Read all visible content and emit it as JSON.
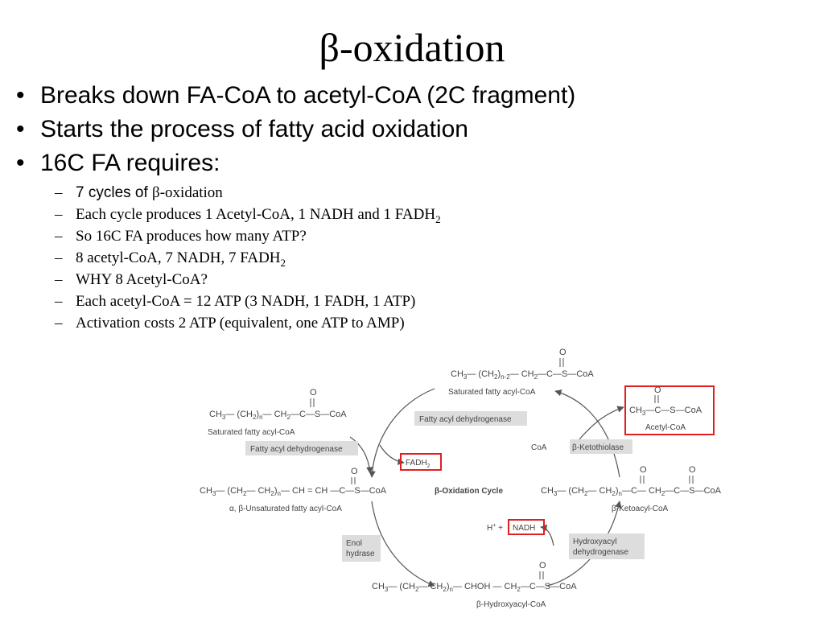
{
  "slide": {
    "title": "β-oxidation",
    "bullets": [
      {
        "text": "Breaks down FA-CoA to acetyl-CoA (2C fragment)"
      },
      {
        "text": "Starts the process of fatty acid oxidation"
      },
      {
        "text": "16C FA requires:"
      }
    ],
    "sub_bullets": [
      {
        "prefix": "7 cycles of ",
        "text": "β-oxidation"
      },
      {
        "text": "Each cycle produces 1 Acetyl-CoA, 1 NADH and 1 FADH",
        "subscript": "2"
      },
      {
        "text": "So 16C FA produces how many ATP?"
      },
      {
        "text": "8 acetyl-CoA, 7 NADH, 7 FADH",
        "subscript": "2"
      },
      {
        "text": "WHY 8 Acetyl-CoA?"
      },
      {
        "text": "Each acetyl-CoA = 12 ATP (3 NADH, 1 FADH, 1 ATP)"
      },
      {
        "text": "Activation costs 2 ATP (equivalent, one ATP to AMP)"
      }
    ]
  },
  "diagram": {
    "formulas": {
      "top_prefix": "CH",
      "top_mid": "— (CH",
      "top_n": "n-2",
      "top_rest": "— CH",
      "sub3": "3",
      "sub2": "2",
      "n": "n",
      "c": "C",
      "o": "O",
      "s": "S",
      "coa": "CoA",
      "dash": "—",
      "left1_rest": "— (CH",
      "left1_tail": "— CH",
      "left2_mid": "— (CH",
      "left2_mid2": "— CH",
      "left2_ch": "— CH",
      "left2_dbl": "CH —",
      "bottom_mid": "— (CH",
      "bottom_mid2": "— CH",
      "bottom_chohch": "— CHOH — CH",
      "right_mid": "— (CH",
      "right_mid2": "— CH",
      "right_ch2": "— CH"
    },
    "labels": {
      "saturated_top": "Saturated fatty acyl-CoA",
      "saturated_left": "Saturated fatty acyl-CoA",
      "unsaturated": "α, β-Unsaturated fatty acyl-CoA",
      "hydroxyacyl": "β-Hydroxyacyl-CoA",
      "ketoacyl": "β-Ketoacyl-CoA",
      "acetyl": "Acetyl-CoA",
      "cycle": "β-Oxidation Cycle",
      "coa": "CoA",
      "hplus": "H",
      "hplus_sup": "+",
      "plus": "+"
    },
    "enzymes": {
      "fad_dehydro_top": "Fatty acyl dehydrogenase",
      "fad_dehydro_left": "Fatty acyl dehydrogenase",
      "ketothiolase": "β-Ketothiolase",
      "enol_1": "Enol",
      "enol_2": "hydrase",
      "hydroxy_1": "Hydroxyacyl",
      "hydroxy_2": "dehydrogenase"
    },
    "highlights": {
      "fadh": "FADH",
      "fadh_sub": "2",
      "nadh": "NADH"
    },
    "colors": {
      "highlight": "#e02020",
      "enzyme_bg": "#dddddd",
      "stroke": "#555555",
      "text": "#444444"
    }
  }
}
